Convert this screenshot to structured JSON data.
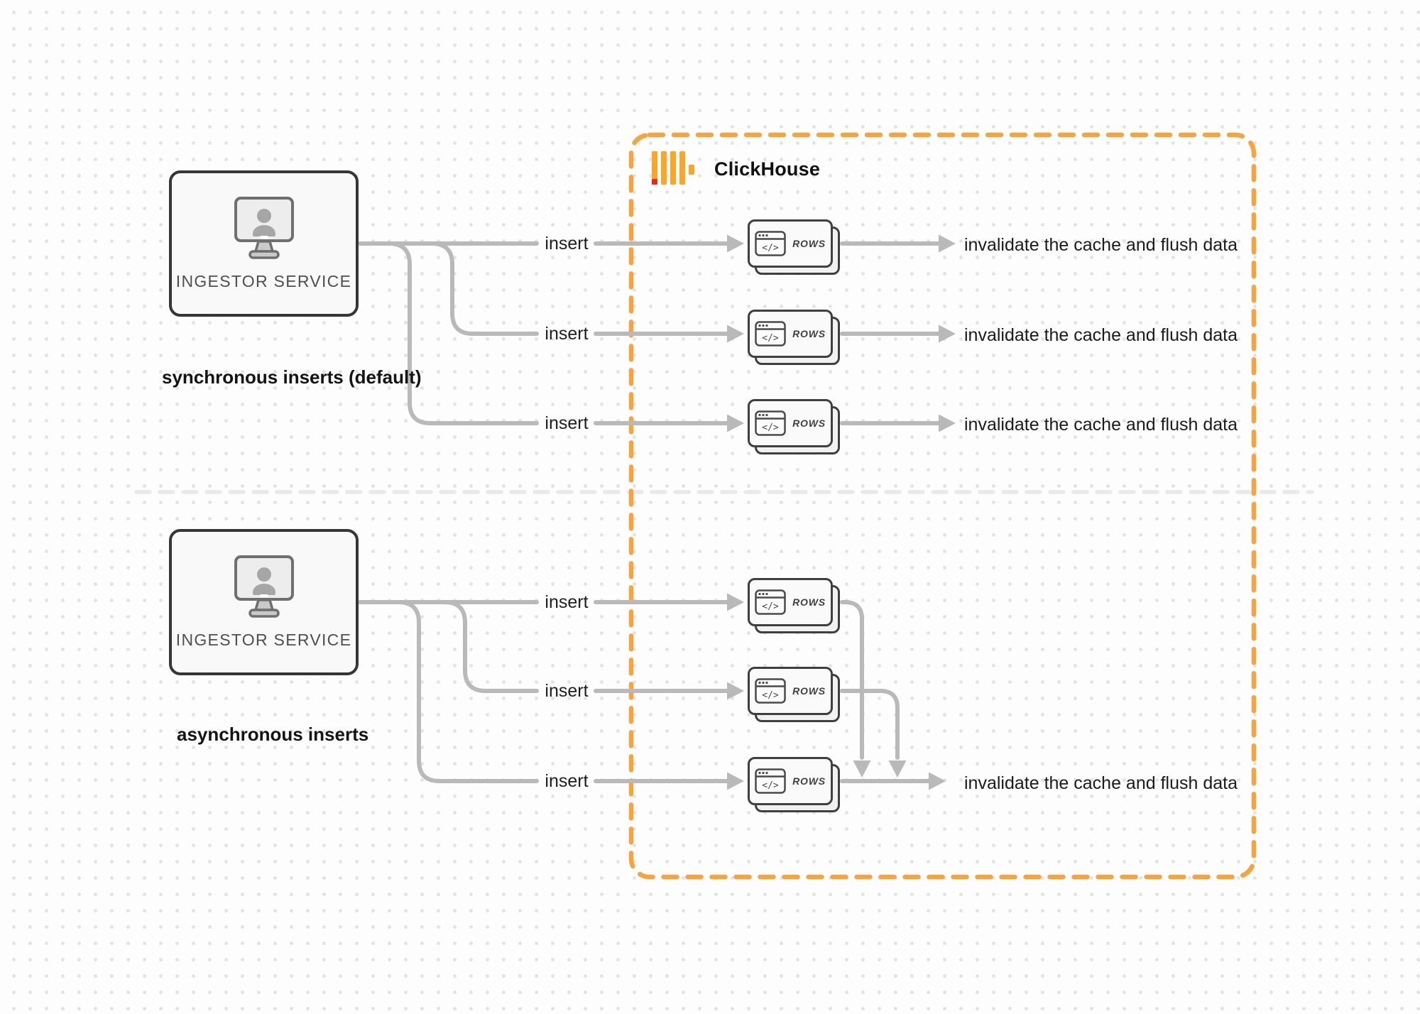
{
  "clickhouse_zone": {
    "brand_label": "ClickHouse"
  },
  "sync_section": {
    "ingestor_label": "INGESTOR SERVICE",
    "caption": "synchronous inserts (default)",
    "rows": [
      {
        "insert_label": "insert",
        "table_label": "ROWS",
        "result_label": "invalidate the cache and flush data"
      },
      {
        "insert_label": "insert",
        "table_label": "ROWS",
        "result_label": "invalidate the cache and flush data"
      },
      {
        "insert_label": "insert",
        "table_label": "ROWS",
        "result_label": "invalidate the cache and flush data"
      }
    ]
  },
  "async_section": {
    "ingestor_label": "INGESTOR SERVICE",
    "caption": "asynchronous inserts",
    "rows": [
      {
        "insert_label": "insert",
        "table_label": "ROWS"
      },
      {
        "insert_label": "insert",
        "table_label": "ROWS"
      },
      {
        "insert_label": "insert",
        "table_label": "ROWS"
      }
    ],
    "result_label": "invalidate the cache and flush data"
  },
  "icons": {
    "rows_window_glyph": "</>"
  },
  "colors": {
    "accent_orange": "#F7A43F",
    "logo_yellow": "#FAA629",
    "logo_red": "#EE2722",
    "connector_gray": "#B9B9B9",
    "divider_gray": "#E9E9E9",
    "box_border_dark": "#363636"
  }
}
